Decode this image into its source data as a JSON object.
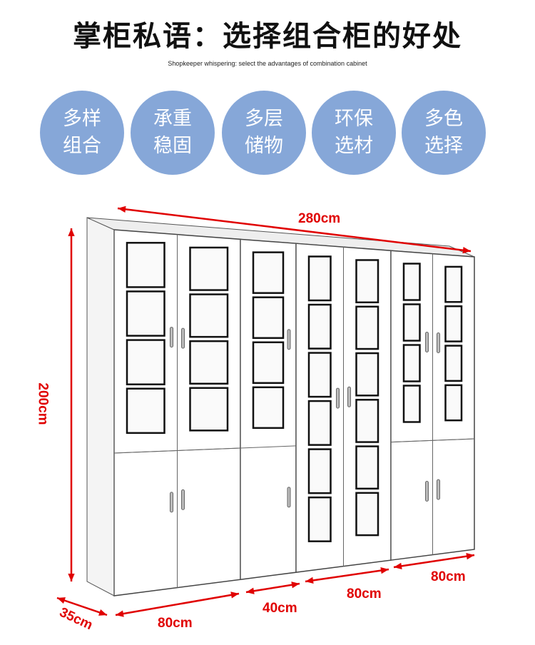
{
  "title": "掌柜私语：选择组合柜的好处",
  "subtitle": "Shopkeeper whispering: select the advantages of combination cabinet",
  "features": [
    {
      "line1": "多样",
      "line2": "组合"
    },
    {
      "line1": "承重",
      "line2": "稳固"
    },
    {
      "line1": "多层",
      "line2": "储物"
    },
    {
      "line1": "环保",
      "line2": "选材"
    },
    {
      "line1": "多色",
      "line2": "选择"
    }
  ],
  "dimensions": {
    "width_total": "280cm",
    "height": "200cm",
    "depth": "35cm",
    "unit1": "80cm",
    "unit2": "40cm",
    "unit3": "80cm",
    "unit4": "80cm"
  },
  "colors": {
    "circle": "#86a7d8",
    "dimension": "#e00000"
  }
}
